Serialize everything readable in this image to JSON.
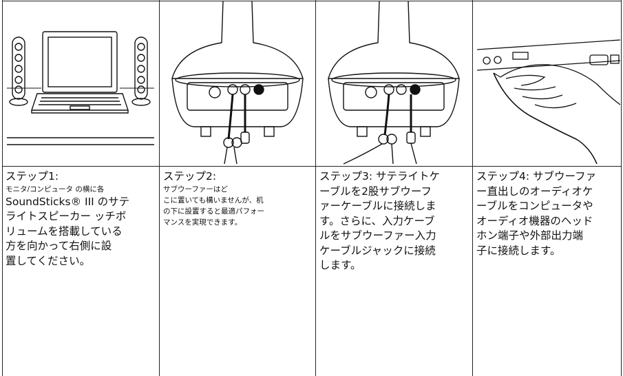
{
  "steps": [
    {
      "title": "ステップ1:",
      "line1": "モニタ/コンピュータ の横に各",
      "line2": "SoundSticks® III のサテ",
      "body": "ライトスピーカー ッチボ\nリュームを搭載している\n方を向かって右側に設\n置してください。",
      "illustration": "laptop-with-speakers"
    },
    {
      "title": "ステップ2:",
      "body": "サブウーファーはど\nこに置いても構いませんが、机\nの下に設置すると最適パフォー\nマンスを実現できます。",
      "illustration": "subwoofer-cable-rear"
    },
    {
      "body": "ステップ3: サテライトケ\nーブルを2股サブウーフ\nァーケーブルに接続しま\nす。さらに、入力ケーブ\nルをサブウーファー入力\nケーブルジャックに接続\nします。",
      "illustration": "subwoofer-split-cable"
    },
    {
      "body": "ステップ4: サブウーファ\nー直出しのオーディオケ\nーブルをコンピュータや\nオーディオ機器のヘッド\nホン端子や外部出力端\n子に接続します。",
      "illustration": "hand-plugging-cable"
    }
  ]
}
